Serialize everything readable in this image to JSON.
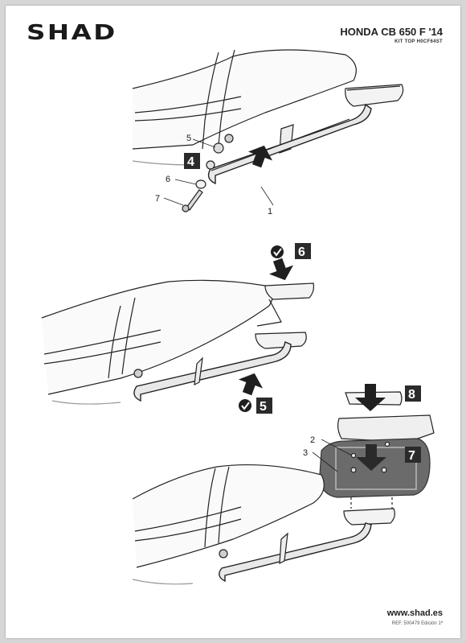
{
  "header": {
    "brand": "SHAD",
    "model": "HONDA CB 650 F '14",
    "kit": "KIT TOP H0CF64ST"
  },
  "footer": {
    "website": "www.shad.es",
    "reference": "REF. 500479 Edición 1ª"
  },
  "callouts": {
    "part_1": "1",
    "part_2": "2",
    "part_3": "3",
    "part_5": "5",
    "part_6": "6",
    "part_7": "7"
  },
  "steps": {
    "step_4": "4",
    "step_5": "5",
    "step_6": "6",
    "step_7": "7",
    "step_8": "8"
  },
  "icons": [
    "check-icon",
    "down-arrow-icon",
    "up-arrow-icon"
  ]
}
